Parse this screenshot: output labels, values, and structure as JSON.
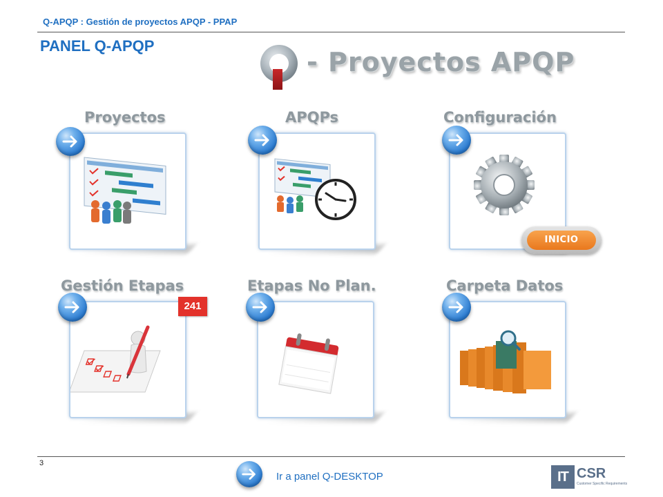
{
  "header": {
    "subtitle": "Q-APQP : Gestión de proyectos APQP - PPAP",
    "panel_title": "PANEL Q-APQP",
    "logo_text": "- Proyectos APQP"
  },
  "tiles": [
    {
      "id": "proyectos",
      "title": "Proyectos",
      "icon": "gantt-chart-team-icon"
    },
    {
      "id": "apqps",
      "title": "APQPs",
      "icon": "gantt-clock-icon"
    },
    {
      "id": "configuracion",
      "title": "Configuración",
      "icon": "gear-icon"
    },
    {
      "id": "gestion-etapas",
      "title": "Gestión Etapas",
      "icon": "checklist-pencil-icon"
    },
    {
      "id": "etapas-no-plan",
      "title": "Etapas No Plan.",
      "icon": "calendar-icon"
    },
    {
      "id": "carpeta-datos",
      "title": "Carpeta Datos",
      "icon": "folders-search-icon"
    }
  ],
  "inicio_button": "INICIO",
  "gestion_etapas_badge": "241",
  "footer": {
    "page_number": "3",
    "link_label": "Ir a panel Q-DESKTOP",
    "brand_it": "IT",
    "brand_csr": "CSR",
    "brand_tagline": "Customer Specific Requirements"
  },
  "colors": {
    "accent_blue": "#1f6fc1",
    "badge_red": "#e3322b",
    "inicio_orange": "#f08a2e",
    "title_gray": "#8e989e"
  }
}
